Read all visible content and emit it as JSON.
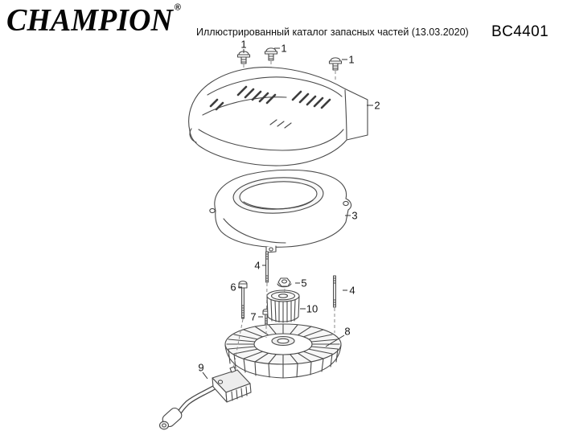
{
  "header": {
    "logo_text": "CHAMPION",
    "registered_mark": "®",
    "title": "Иллюстрированный каталог запасных частей (13.03.2020)",
    "model": "BC4401"
  },
  "diagram": {
    "callouts": [
      {
        "part": "flange-bolt-left",
        "label": "1"
      },
      {
        "part": "flange-bolt-middle",
        "label": "1"
      },
      {
        "part": "flange-bolt-right",
        "label": "1"
      },
      {
        "part": "engine-top-cover",
        "label": "2"
      },
      {
        "part": "fan-housing",
        "label": "3"
      },
      {
        "part": "stud-left",
        "label": "4"
      },
      {
        "part": "flange-nut",
        "label": "5"
      },
      {
        "part": "stud-right",
        "label": "4"
      },
      {
        "part": "long-bolt",
        "label": "6"
      },
      {
        "part": "starter-cup",
        "label": "10"
      },
      {
        "part": "screw",
        "label": "7"
      },
      {
        "part": "flywheel",
        "label": "8"
      },
      {
        "part": "ignition-coil",
        "label": "9"
      }
    ]
  }
}
